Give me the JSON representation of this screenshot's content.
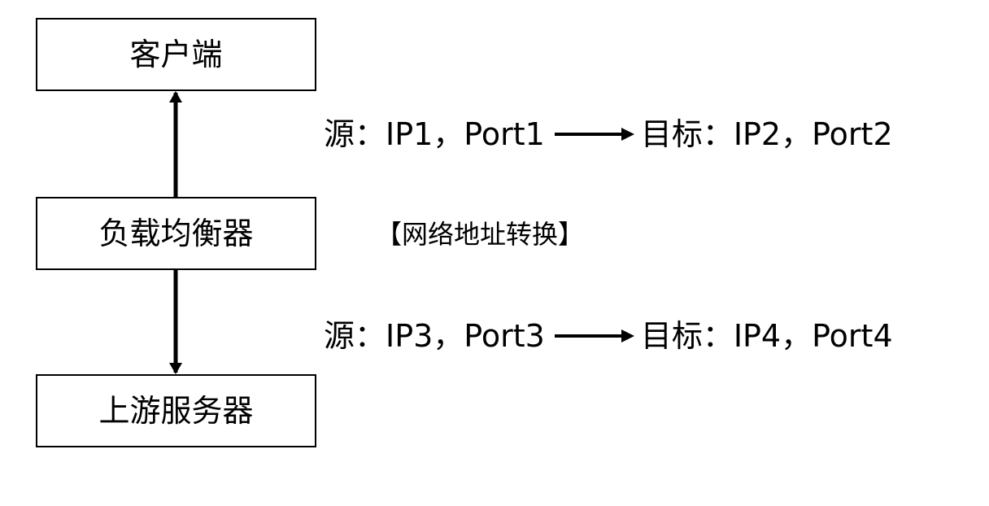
{
  "nodes": {
    "client": "客户端",
    "load_balancer": "负载均衡器",
    "upstream": "上游服务器"
  },
  "nat_label": "【网络地址转换】",
  "rows": {
    "top": {
      "source": "源：IP1，Port1",
      "target": "目标：IP2，Port2"
    },
    "bottom": {
      "source": "源：IP3，Port3",
      "target": "目标：IP4，Port4"
    }
  }
}
